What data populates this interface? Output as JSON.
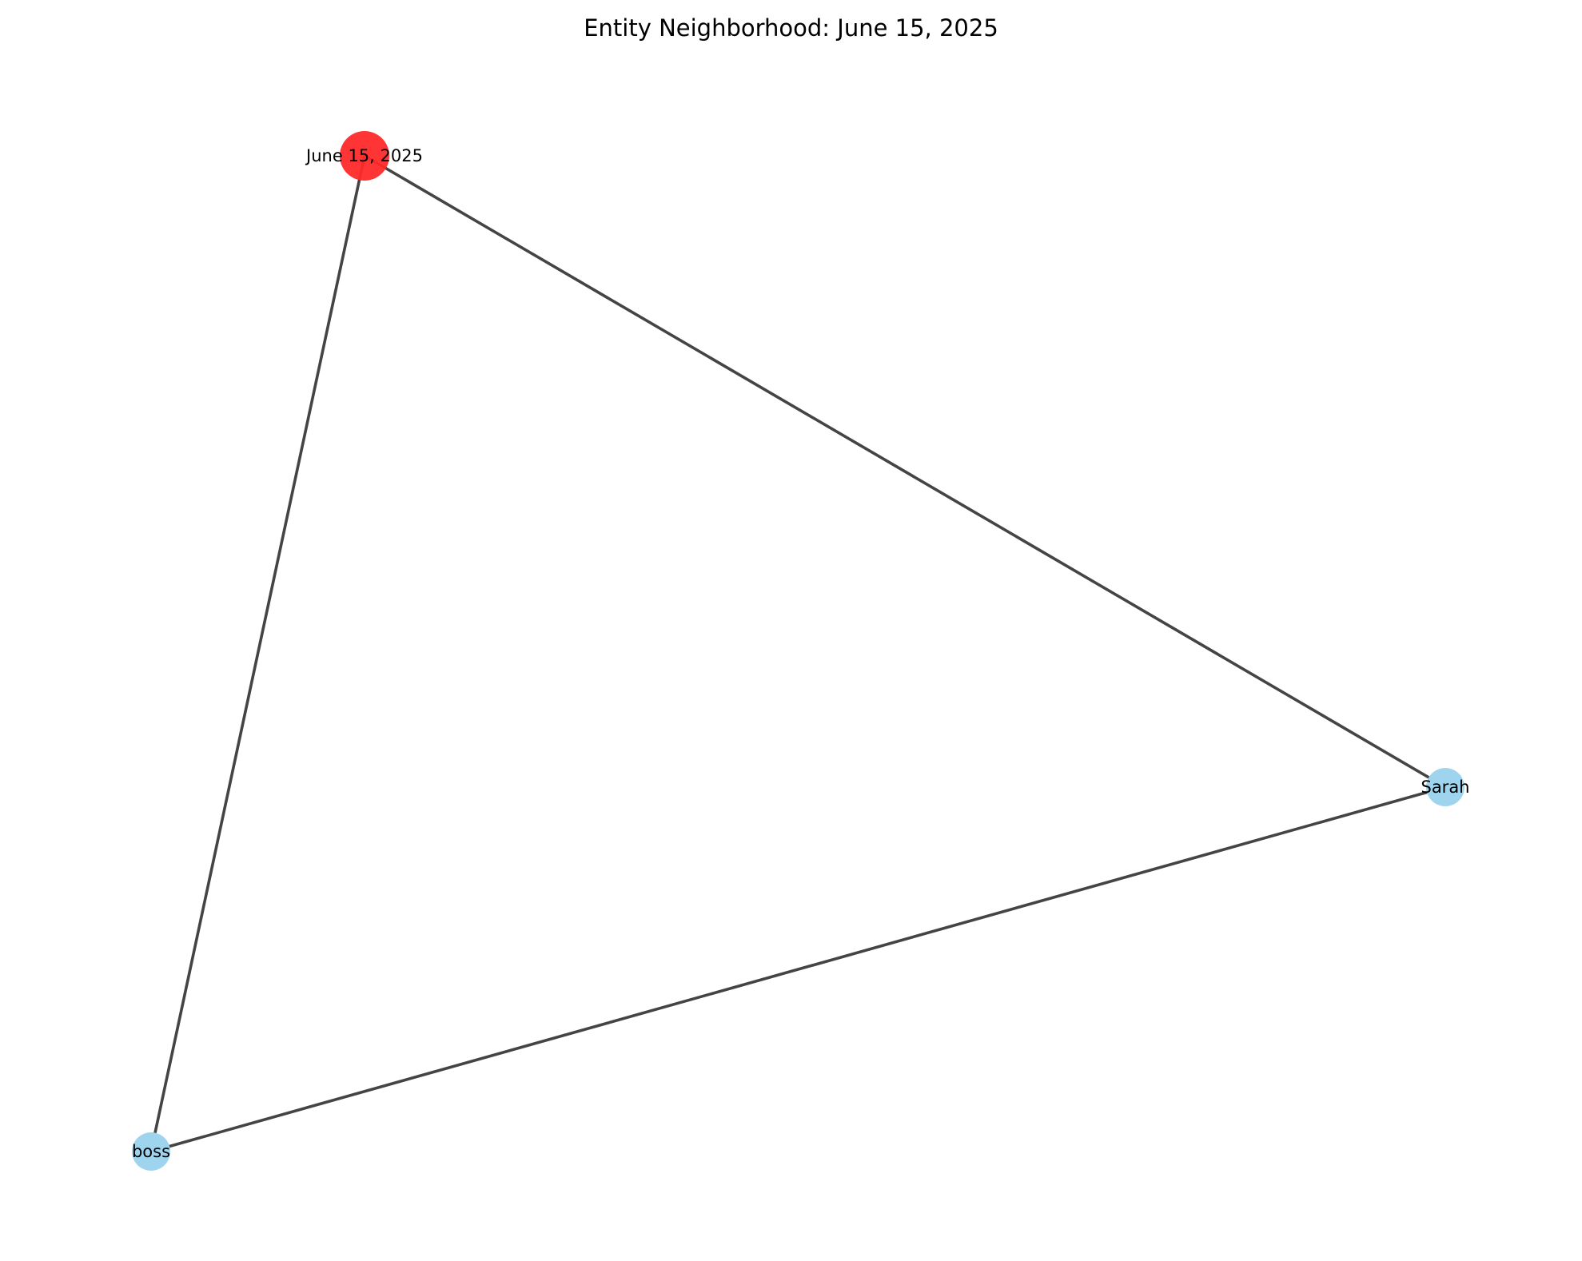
{
  "title": "Entity Neighborhood: June 15, 2025",
  "colors": {
    "center_node": "#ff2a2a",
    "neighbor_node": "#9fd4ee",
    "edge": "#444444",
    "background": "#ffffff"
  },
  "nodes": [
    {
      "id": "center",
      "label": "June 15, 2025",
      "role": "center"
    },
    {
      "id": "sarah",
      "label": "Sarah",
      "role": "neighbor"
    },
    {
      "id": "boss",
      "label": "boss",
      "role": "neighbor"
    }
  ],
  "edges": [
    {
      "source": "center",
      "target": "sarah"
    },
    {
      "source": "center",
      "target": "boss"
    },
    {
      "source": "sarah",
      "target": "boss"
    }
  ]
}
